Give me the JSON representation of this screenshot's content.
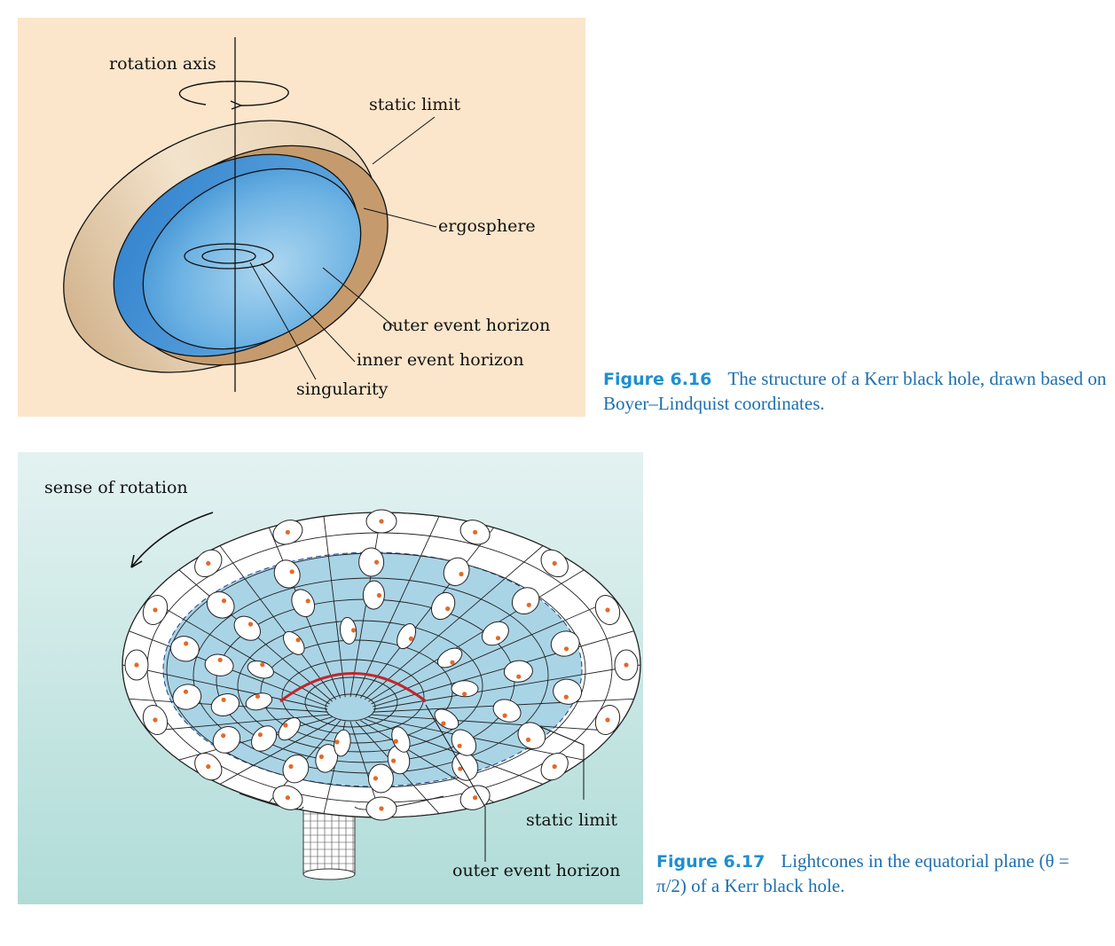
{
  "figure_6_16": {
    "labels": {
      "rotation_axis": "rotation axis",
      "static_limit": "static limit",
      "ergosphere": "ergosphere",
      "outer_event_horizon": "outer event horizon",
      "inner_event_horizon": "inner event horizon",
      "singularity": "singularity"
    },
    "caption_number": "Figure 6.16",
    "caption_text": "The structure of a Kerr black hole, drawn based on Boyer–Lindquist coordinates."
  },
  "figure_6_17": {
    "labels": {
      "sense_of_rotation": "sense of rotation",
      "static_limit": "static limit",
      "outer_event_horizon": "outer event horizon"
    },
    "caption_number": "Figure 6.17",
    "caption_text": "Lightcones in the equatorial plane (θ = π/2) of a Kerr black hole."
  },
  "colors": {
    "panel1_bg": "#fbe6cb",
    "ergosphere_tan": "#c59b6d",
    "horizon_blue": "#4a98d6",
    "panel2_bg_top": "#e3f2f1",
    "panel2_bg_bottom": "#b0dcd8",
    "ergo_region_blue": "#a9d4e6",
    "cone_dot": "#e06a2a",
    "outer_horizon_red": "#c0262b",
    "caption_blue": "#1d6fae"
  }
}
